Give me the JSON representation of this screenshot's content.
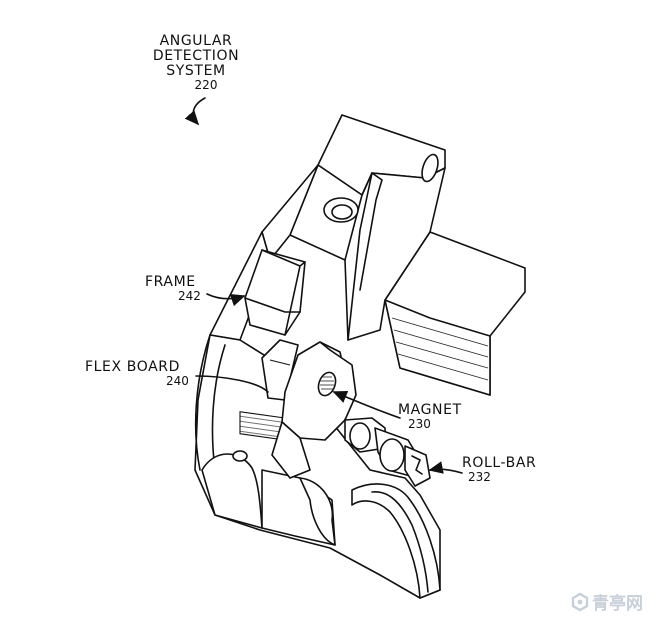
{
  "labels": {
    "angular_line1": "ANGULAR",
    "angular_line2": "DETECTION",
    "angular_line3": "SYSTEM",
    "angular_num": "220",
    "frame": "FRAME",
    "frame_num": "242",
    "flex_board": "FLEX BOARD",
    "flex_board_num": "240",
    "magnet": "MAGNET",
    "magnet_num": "230",
    "roll_bar": "ROLL-BAR",
    "roll_bar_num": "232"
  },
  "watermark": {
    "text": "青亭网",
    "icon": "hexagon-logo-icon"
  },
  "colors": {
    "line": "#111111",
    "background": "#ffffff",
    "watermark": "#c7cfd8"
  }
}
